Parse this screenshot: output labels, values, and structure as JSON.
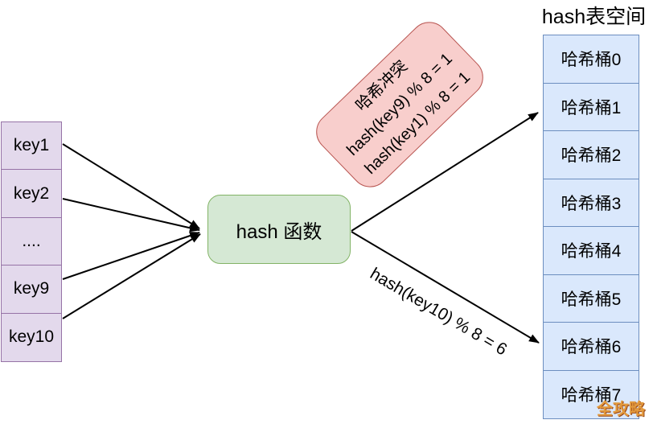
{
  "diagram": {
    "keys_column": {
      "items": [
        "key1",
        "key2",
        "....",
        "key9",
        "key10"
      ]
    },
    "hash_function_label": "hash 函数",
    "collision_box": {
      "line1": "哈希冲突",
      "line2": "hash(key9) % 8 = 1",
      "line3": "hash(key1) % 8 = 1"
    },
    "bucket_column": {
      "title": "hash表空间",
      "items": [
        "哈希桶0",
        "哈希桶1",
        "哈希桶2",
        "哈希桶3",
        "哈希桶4",
        "哈希桶5",
        "哈希桶6",
        "哈希桶7"
      ]
    },
    "mapping_label": "hash(key10) % 8 = 6",
    "watermark": "全攻略"
  },
  "colors": {
    "key-fill": "#e3d9ec",
    "key-border": "#9673a6",
    "func-fill": "#d5e8d4",
    "func-border": "#82b366",
    "collision-fill": "#f8cecc",
    "collision-border": "#b85450",
    "bucket-fill": "#dae8fc",
    "bucket-border": "#6c8ebf",
    "arrow": "#000000",
    "watermark": "#e39a3d"
  }
}
